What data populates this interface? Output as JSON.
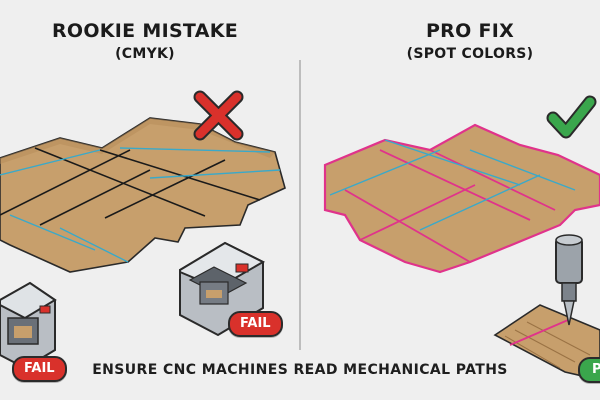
{
  "left": {
    "title": "ROOKIE MISTAKE",
    "subtitle": "(CMYK)"
  },
  "right": {
    "title": "PRO FIX",
    "subtitle": "(SPOT COLORS)"
  },
  "badges": {
    "fail_1": "FAIL",
    "fail_2": "FAIL",
    "pass": "PA"
  },
  "footer": "ENSURE CNC MACHINES READ MECHANICAL PATHS",
  "icons": {
    "wrong": "x-mark-icon",
    "right": "check-mark-icon"
  },
  "colors": {
    "cardboard": "#c79f6c",
    "cut_line_left": "#1a1a1a",
    "crease_line": "#3aa9c9",
    "cut_line_right": "#e0338b",
    "fail": "#d9312b",
    "pass": "#3aa64c"
  }
}
